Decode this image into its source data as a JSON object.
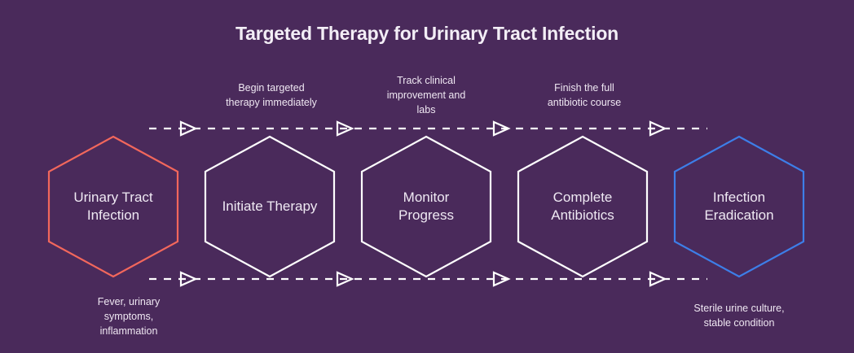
{
  "diagram": {
    "title": "Targeted Therapy for Urinary Tract Infection",
    "background_color": "#4a2a5b",
    "text_color": "#efe9f3",
    "line_color": "#ffffff",
    "type": "process-flow-hexagon-chain",
    "steps": [
      {
        "id": "step-1",
        "label_line1": "Urinary Tract",
        "label_line2": "Infection",
        "accent_color": "#f2675c",
        "caption_top": "",
        "caption_bottom_line1": "Fever, urinary",
        "caption_bottom_line2": "symptoms,",
        "caption_bottom_line3": "inflammation"
      },
      {
        "id": "step-2",
        "label_line1": "Initiate Therapy",
        "label_line2": "",
        "accent_color": "#ffffff",
        "caption_top_line1": "Begin targeted",
        "caption_top_line2": "therapy immediately",
        "caption_bottom_line1": ""
      },
      {
        "id": "step-3",
        "label_line1": "Monitor",
        "label_line2": "Progress",
        "accent_color": "#ffffff",
        "caption_top_line1": "Track clinical",
        "caption_top_line2": "improvement and",
        "caption_top_line3": "labs",
        "caption_bottom_line1": ""
      },
      {
        "id": "step-4",
        "label_line1": "Complete",
        "label_line2": "Antibiotics",
        "accent_color": "#ffffff",
        "caption_top_line1": "Finish the full",
        "caption_top_line2": "antibiotic course",
        "caption_bottom_line1": ""
      },
      {
        "id": "step-5",
        "label_line1": "Infection",
        "label_line2": "Eradication",
        "accent_color": "#3d7ee8",
        "caption_top": "",
        "caption_bottom_line1": "Sterile urine culture,",
        "caption_bottom_line2": "stable condition"
      }
    ],
    "connectors": {
      "style": "dashed",
      "arrowhead": "hollow-triangle",
      "top_row_arrow_count": 4,
      "bottom_row_arrow_count": 4
    }
  }
}
